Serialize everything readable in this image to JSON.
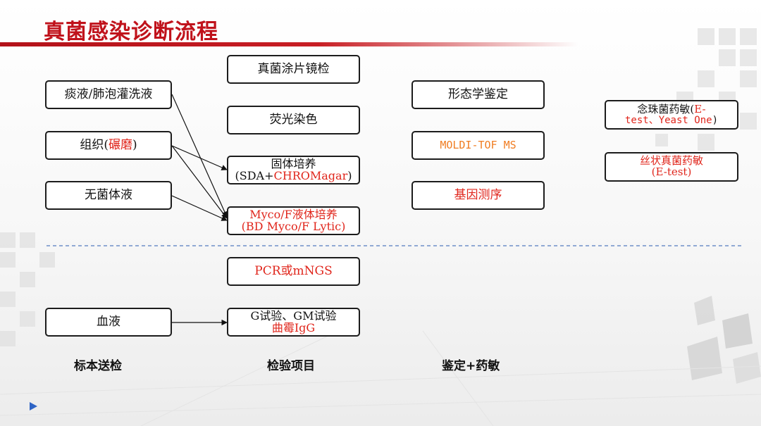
{
  "title": "真菌感染诊断流程",
  "specimens": {
    "sputum": "痰液/肺泡灌洗液",
    "tissue_a": "组织(",
    "tissue_b": "碾磨",
    "tissue_c": ")",
    "sterile_fluid": "无菌体液",
    "blood": "血液"
  },
  "tests": {
    "smear": "真菌涂片镜检",
    "fluorescent": "荧光染色",
    "solid_culture_l1": "固体培养",
    "solid_culture_l2a": "(SDA+",
    "solid_culture_l2b": "CHROMagar",
    "solid_culture_l2c": ")",
    "liquid_culture_l1": "Myco/F液体培养",
    "liquid_culture_l2": "(BD Myco/F Lytic)",
    "pcr": "PCR或mNGS",
    "g_gm_l1": "G试验、GM试验",
    "g_gm_l2": "曲霉IgG"
  },
  "identification": {
    "morphology": "形态学鉴定",
    "maldi": "MOLDI-TOF MS",
    "sequencing": "基因测序"
  },
  "susceptibility": {
    "candida_l1a": "念珠菌药敏(",
    "candida_l1b": "E-",
    "candida_l2a": "test、Yeast One",
    "candida_l2b": ")",
    "filamentous_l1": "丝状真菌药敏",
    "filamentous_l2": "(E-test)"
  },
  "footer": {
    "col1": "标本送检",
    "col2": "检验项目",
    "col3": "鉴定+药敏"
  },
  "colors": {
    "title": "#c0121b",
    "red_text": "#e0251b",
    "orange_text": "#f07d22",
    "separator": "#6f8fc8",
    "play_icon": "#2e64c5"
  }
}
